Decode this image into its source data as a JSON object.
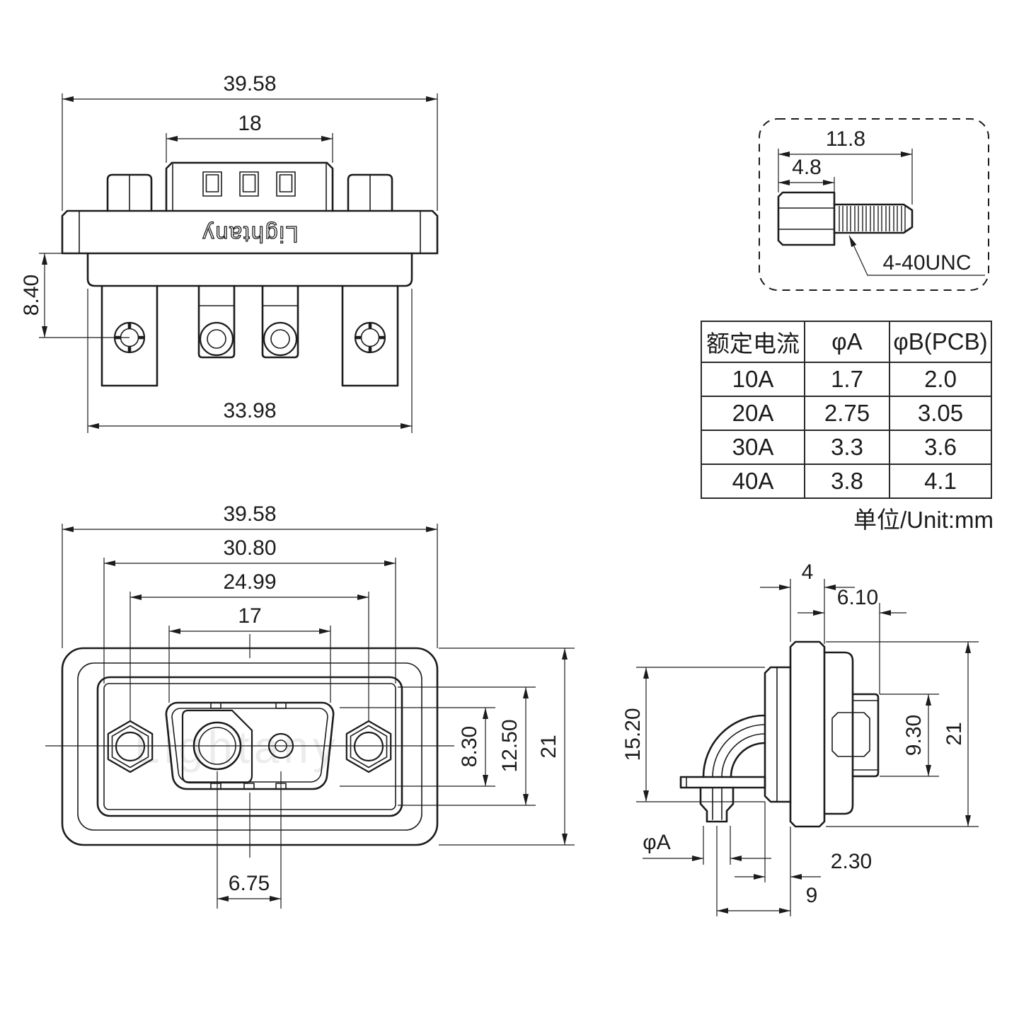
{
  "brand": {
    "engraving": "Lightany",
    "watermark": "Lightany"
  },
  "top_view": {
    "dims": {
      "overall_width": "39.58",
      "insert_width": "18",
      "bracket_drop": "8.40",
      "tail_span": "33.98"
    }
  },
  "screw_detail": {
    "dims": {
      "overall_length": "11.8",
      "hex_length": "4.8"
    },
    "thread_label": "4-40UNC"
  },
  "spec_table": {
    "headers": [
      "额定电流",
      "φA",
      "φB(PCB)"
    ],
    "rows": [
      {
        "current": "10A",
        "phi_a": "1.7",
        "phi_b": "2.0"
      },
      {
        "current": "20A",
        "phi_a": "2.75",
        "phi_b": "3.05"
      },
      {
        "current": "30A",
        "phi_a": "3.3",
        "phi_b": "3.6"
      },
      {
        "current": "40A",
        "phi_a": "3.8",
        "phi_b": "4.1"
      }
    ],
    "unit_note": "单位/Unit:mm"
  },
  "front_view": {
    "dims": {
      "overall_width": "39.58",
      "body_width": "30.80",
      "mount_pitch": "24.99",
      "shell_width": "17",
      "opening_height": "8.30",
      "shell_height": "12.50",
      "overall_height": "21",
      "contact_pitch": "6.75"
    }
  },
  "side_view": {
    "dims": {
      "flange_thickness": "4",
      "front_length": "6.10",
      "rear_height": "15.20",
      "shroud_height": "9.30",
      "overall_height": "21",
      "pin_diameter": "φA",
      "rear_offset": "2.30",
      "pin_setback": "9"
    }
  },
  "colors": {
    "line": "#1c1c1c",
    "background": "#ffffff",
    "watermark": "#ececec"
  }
}
